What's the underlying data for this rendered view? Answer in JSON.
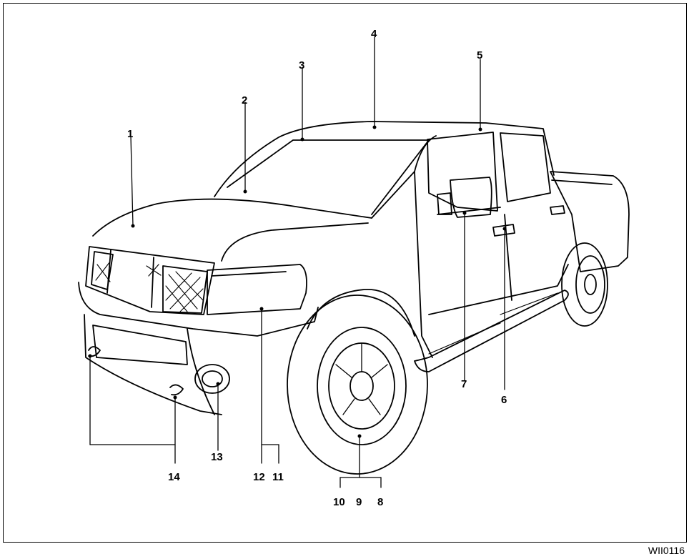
{
  "figure_id": "WII0116",
  "callouts": [
    "1",
    "2",
    "3",
    "4",
    "5",
    "6",
    "7",
    "8",
    "9",
    "10",
    "11",
    "12",
    "13",
    "14"
  ],
  "colors": {
    "line": "#000000",
    "background": "#ffffff"
  }
}
